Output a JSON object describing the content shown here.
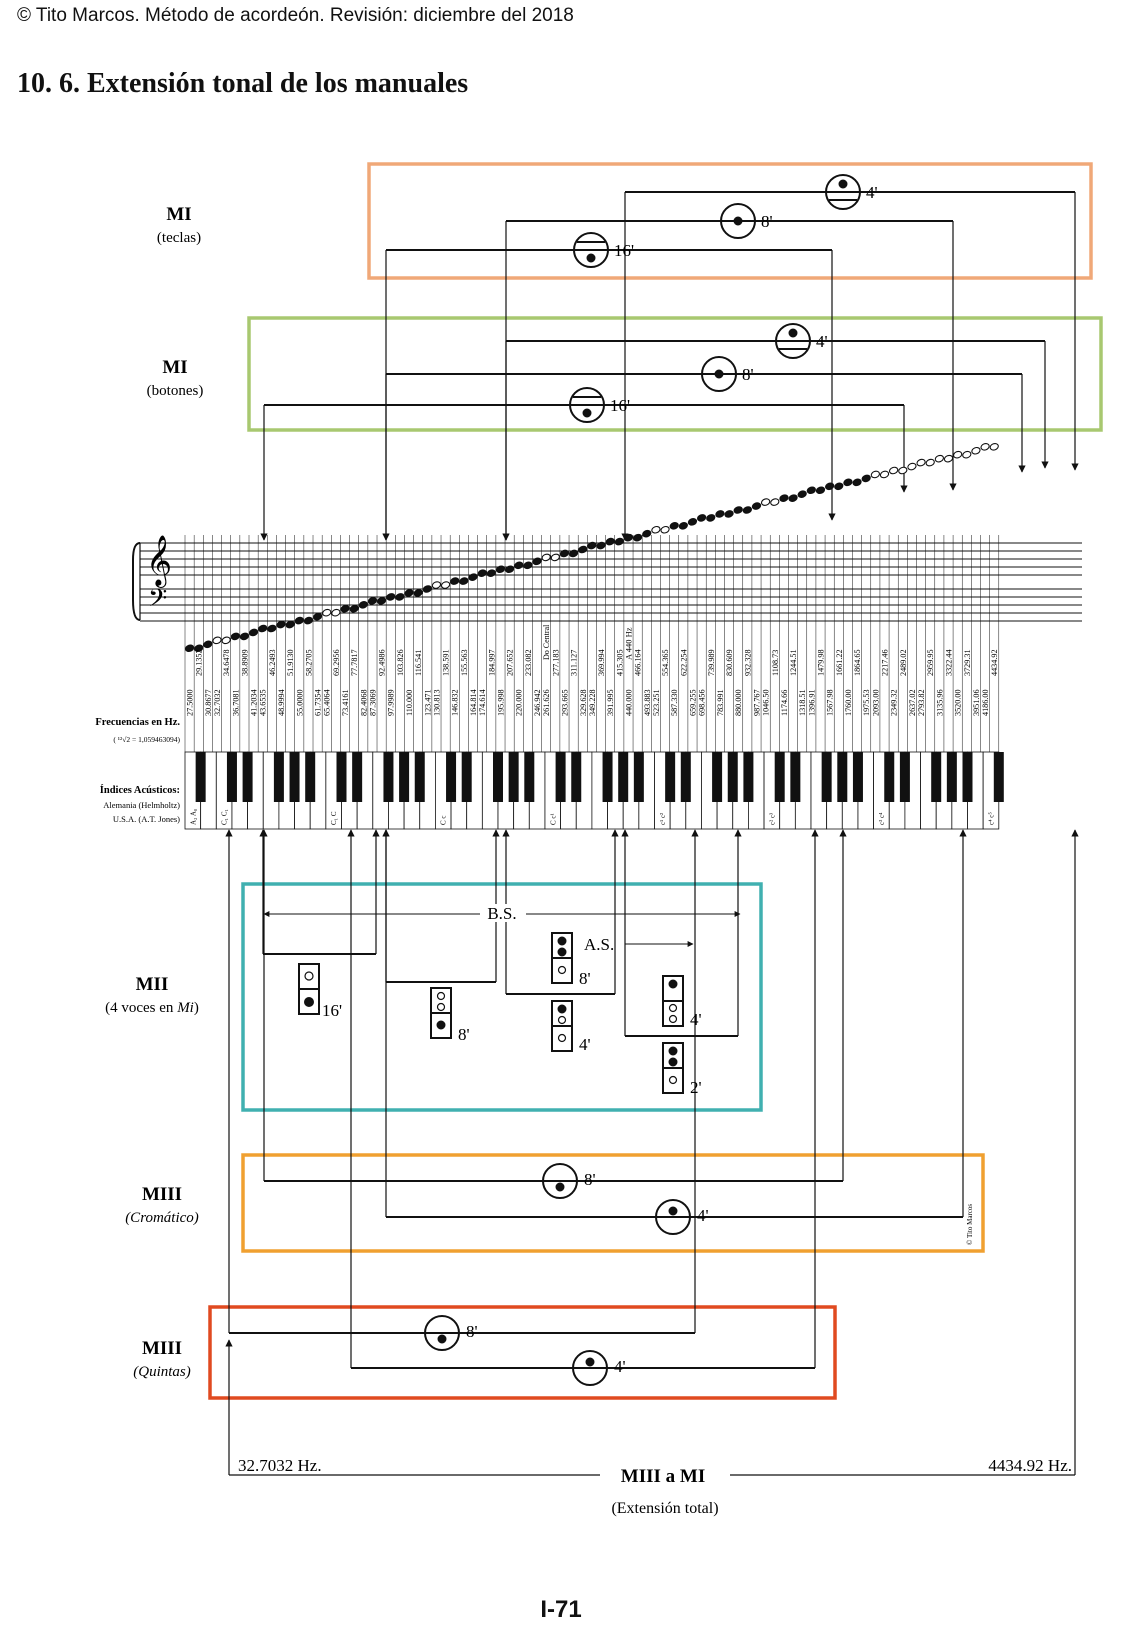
{
  "header": {
    "copyright": "© Tito Marcos. Método de acordeón. Revisión: diciembre del 2018",
    "title": "10. 6. Extensión tonal de los manuales"
  },
  "manuals": {
    "mi_keys": {
      "label": "MI",
      "sub": "(teclas)",
      "feet": [
        "4'",
        "8'",
        "16'"
      ]
    },
    "mi_buttons": {
      "label": "MI",
      "sub": "(botones)",
      "feet": [
        "4'",
        "8'",
        "16'"
      ]
    },
    "mii": {
      "label": "MII",
      "sub_prefix": "(4 voces en ",
      "sub_em": "Mi",
      "sub_suffix": ")",
      "bs": "B.S.",
      "as": "A.S.",
      "feet": [
        "16'",
        "8'",
        "8'",
        "4'",
        "4'",
        "2'"
      ]
    },
    "miii_chrom": {
      "label": "MIII",
      "sub": "(Cromático)",
      "feet": [
        "8'",
        "4'"
      ]
    },
    "miii_fifths": {
      "label": "MIII",
      "sub": "(Quintas)",
      "feet": [
        "8'",
        "4'"
      ]
    }
  },
  "keyboard": {
    "freq_label": "Frecuencias en Hz.",
    "freq_formula": "( ¹²√2 = 1,059463094)",
    "index_label": "Índices Acústicos:",
    "index_de": "Alemania (Helmholtz)",
    "index_us": "U.S.A. (A.T. Jones)",
    "do_central": "Do Central",
    "a440": "A 440 Hz",
    "frequencies": [
      "27.5000",
      "29.1352",
      "30.8677",
      "32.7032",
      "34.6478",
      "36.7081",
      "38.8909",
      "41.2034",
      "43.6535",
      "46.2493",
      "48.9994",
      "51.9130",
      "55.0000",
      "58.2705",
      "61.7354",
      "65.4064",
      "69.2956",
      "73.4161",
      "77.7817",
      "82.4068",
      "87.3069",
      "92.4986",
      "97.9989",
      "103.826",
      "110.000",
      "116.541",
      "123.471",
      "130.813",
      "138.591",
      "146.832",
      "155.563",
      "164.814",
      "174.614",
      "184.997",
      "195.998",
      "207.652",
      "220.000",
      "233.082",
      "246.942",
      "261.626",
      "277.183",
      "293.665",
      "311.127",
      "329.628",
      "349.228",
      "369.994",
      "391.995",
      "415.305",
      "440.000",
      "466.164",
      "493.883",
      "523.251",
      "554.365",
      "587.330",
      "622.254",
      "659.255",
      "698.456",
      "739.989",
      "783.991",
      "830.609",
      "880.000",
      "932.328",
      "987.767",
      "1046.50",
      "1108.73",
      "1174.66",
      "1244.51",
      "1318.51",
      "1396.91",
      "1479.98",
      "1567.98",
      "1661.22",
      "1760.00",
      "1864.65",
      "1975.53",
      "2093.00",
      "2217.46",
      "2349.32",
      "2489.02",
      "2637.02",
      "2793.82",
      "2959.95",
      "3135.96",
      "3322.44",
      "3520.00",
      "3729.31",
      "3951.06",
      "4186.00",
      "4434.92"
    ],
    "c_indices": [
      {
        "wi": 0,
        "text": "A₂ A₀"
      },
      {
        "wi": 2,
        "text": "C₁ C₁"
      },
      {
        "wi": 9,
        "text": "C₁ C"
      },
      {
        "wi": 16,
        "text": "C c"
      },
      {
        "wi": 23,
        "text": "C c¹"
      },
      {
        "wi": 30,
        "text": "c¹ c²"
      },
      {
        "wi": 37,
        "text": "c² c³"
      },
      {
        "wi": 44,
        "text": "c³ c⁴"
      },
      {
        "wi": 51,
        "text": "c⁴ c⁵"
      }
    ]
  },
  "footer": {
    "low_hz": "32.7032 Hz.",
    "high_hz": "4434.92 Hz.",
    "range_title": "MIII a MI",
    "range_sub": "(Extensión total)",
    "copyright_small": "© Tito Marcos",
    "page_number": "I-71"
  },
  "colors": {
    "mi_keys": "#f0a878",
    "mi_buttons": "#a8c870",
    "mii": "#40b0b0",
    "miii_chrom": "#f0a030",
    "miii_fifths": "#e04a20"
  }
}
